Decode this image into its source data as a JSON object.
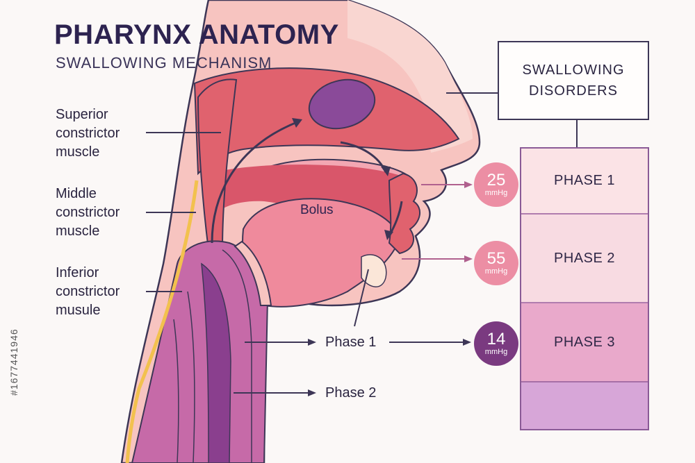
{
  "header": {
    "title": "PHARYNX ANATOMY",
    "subtitle": "SWALLOWING MECHANISM"
  },
  "labels": {
    "superior": [
      "Superior",
      "constrictor",
      "muscle"
    ],
    "middle": [
      "Middle",
      "constrictor",
      "muscle"
    ],
    "inferior": [
      "Inferior",
      "constrictor",
      "musule"
    ],
    "bolus": "Bolus",
    "phase1": "Phase 1",
    "phase2": "Phase 2"
  },
  "disorders": {
    "title_line1": "SWALLOWING",
    "title_line2": "DISORDERS",
    "phases": [
      "PHASE 1",
      "PHASE 2",
      "PHASE 3"
    ]
  },
  "pressures": [
    {
      "value": "25",
      "unit": "mmHg"
    },
    {
      "value": "55",
      "unit": "mmHg"
    },
    {
      "value": "14",
      "unit": "mmHg"
    }
  ],
  "watermark": "#1677441946",
  "colors": {
    "accent_pink": "#ec8ea4",
    "accent_purple": "#7a3a80",
    "outline": "#3d3656"
  }
}
